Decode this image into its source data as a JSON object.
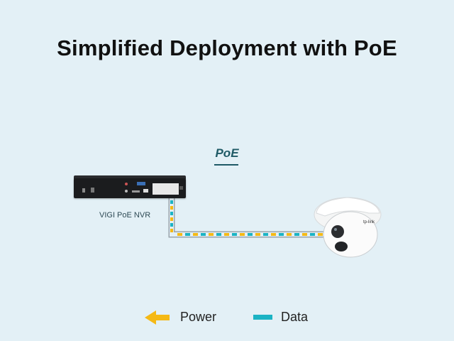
{
  "title": "Simplified Deployment with PoE",
  "link_label": "PoE",
  "devices": {
    "nvr": {
      "label": "VIGI PoE NVR"
    },
    "camera": {
      "logo": "tp-link"
    }
  },
  "legend": [
    {
      "label": "Power",
      "icon": "arrow-left-icon",
      "color": "#f5b915"
    },
    {
      "label": "Data",
      "icon": "bar-icon",
      "color": "#1bb3c4"
    }
  ],
  "colors": {
    "background": "#e3f0f6",
    "power": "#f5b915",
    "data": "#1bb3c4",
    "cable": "#9aa3ab"
  }
}
